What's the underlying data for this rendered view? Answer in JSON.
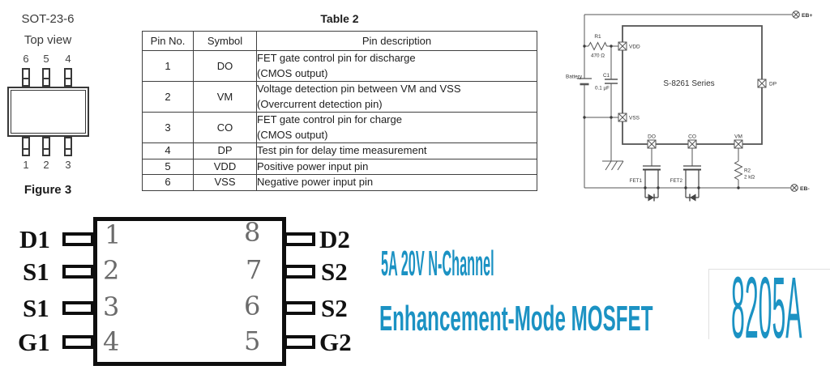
{
  "figure3": {
    "package_name": "SOT-23-6",
    "view_label": "Top view",
    "top_pins": [
      "6",
      "5",
      "4"
    ],
    "bottom_pins": [
      "1",
      "2",
      "3"
    ],
    "caption": "Figure 3"
  },
  "table2": {
    "title": "Table 2",
    "headers": {
      "pin_no": "Pin No.",
      "symbol": "Symbol",
      "description": "Pin description"
    },
    "rows": [
      {
        "pin": "1",
        "symbol": "DO",
        "line1": "FET gate control pin for discharge",
        "line2": "(CMOS output)"
      },
      {
        "pin": "2",
        "symbol": "VM",
        "line1": "Voltage detection pin between VM and VSS",
        "line2": "(Overcurrent detection pin)"
      },
      {
        "pin": "3",
        "symbol": "CO",
        "line1": "FET gate control pin for charge",
        "line2": "(CMOS output)"
      },
      {
        "pin": "4",
        "symbol": "DP",
        "line1": "Test pin for delay time measurement",
        "line2": ""
      },
      {
        "pin": "5",
        "symbol": "VDD",
        "line1": "Positive power input pin",
        "line2": ""
      },
      {
        "pin": "6",
        "symbol": "VSS",
        "line1": "Negative power input pin",
        "line2": ""
      }
    ]
  },
  "schematic": {
    "ic_label": "S-8261 Series",
    "battery_label": "Battery",
    "r1_name": "R1",
    "r1_value": "470 Ω",
    "c1_name": "C1",
    "c1_value": "0.1 µF",
    "r2_name": "R2",
    "r2_value": "2 kΩ",
    "fet1_label": "FET1",
    "fet2_label": "FET2",
    "pin_vdd": "VDD",
    "pin_vss": "VSS",
    "pin_dp": "DP",
    "pin_do": "DO",
    "pin_co": "CO",
    "pin_vm": "VM",
    "terminal_plus": "EB+",
    "terminal_minus": "EB-"
  },
  "package_so8": {
    "left": [
      {
        "label": "D1",
        "number": "1"
      },
      {
        "label": "S1",
        "number": "2"
      },
      {
        "label": "S1",
        "number": "3"
      },
      {
        "label": "G1",
        "number": "4"
      }
    ],
    "right": [
      {
        "label": "D2",
        "number": "8"
      },
      {
        "label": "S2",
        "number": "7"
      },
      {
        "label": "S2",
        "number": "6"
      },
      {
        "label": "G2",
        "number": "5"
      }
    ]
  },
  "product": {
    "headline_line1": "5A 20V N-Channel",
    "headline_line2": "Enhancement-Mode MOSFET",
    "part_number": "8205A",
    "accent_color": "#1b92c3"
  }
}
